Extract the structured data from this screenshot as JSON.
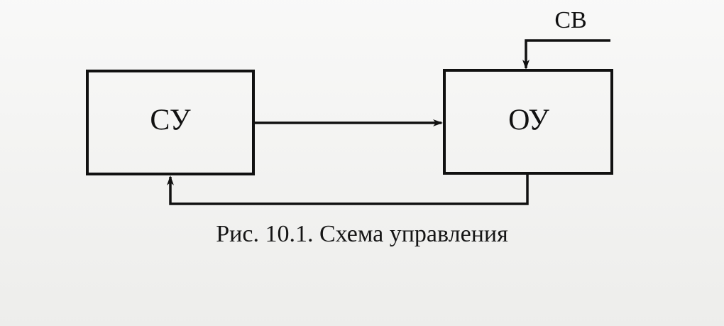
{
  "figure": {
    "caption": "Рис. 10.1. Схема управления",
    "nodes": {
      "su": {
        "label": "СУ"
      },
      "ou": {
        "label": "ОУ"
      }
    },
    "external_input": {
      "label": "СВ"
    }
  }
}
